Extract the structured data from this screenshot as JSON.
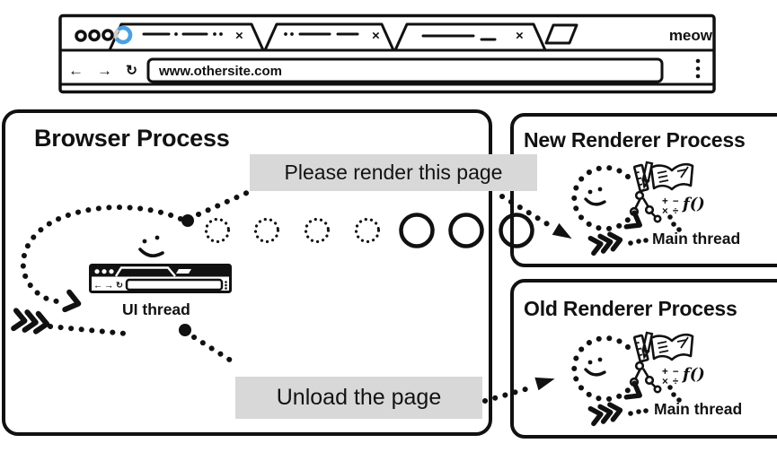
{
  "window": {
    "brand": "meow",
    "url": "www.othersite.com",
    "tab_close": "×",
    "nav": {
      "back": "←",
      "forward": "→",
      "reload": "↻"
    }
  },
  "browser_process": {
    "title": "Browser Process",
    "thread_label": "UI thread",
    "message_render": "Please render this page",
    "message_unload": "Unload the page"
  },
  "new_renderer_process": {
    "title": "New Renderer Process",
    "thread_label": "Main thread",
    "fn_icon": "f()",
    "math_row1": "+ −",
    "math_row2": "× ÷"
  },
  "old_renderer_process": {
    "title": "Old Renderer Process",
    "thread_label": "Main thread",
    "fn_icon": "f()",
    "math_row1": "+ −",
    "math_row2": "× ÷"
  },
  "colors": {
    "ink": "#111111",
    "bubble_gray": "#d8d8d8",
    "spinner_blue": "#45a1e9"
  }
}
